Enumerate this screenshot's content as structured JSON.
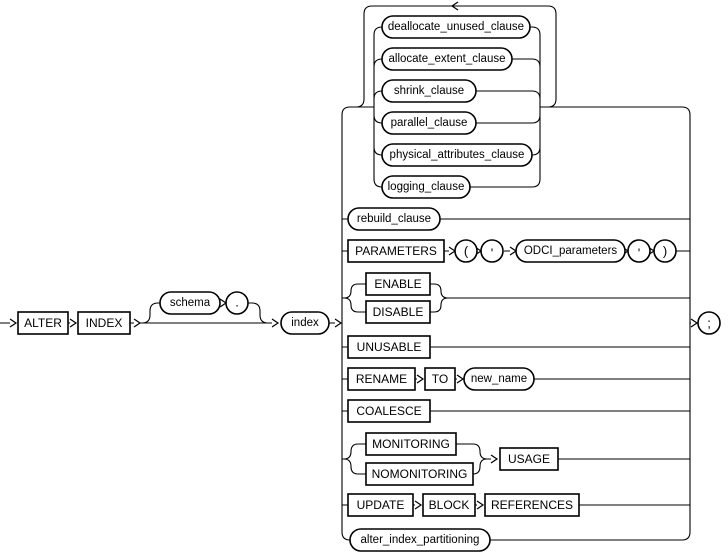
{
  "diagram": {
    "name": "alter_index syntax diagram",
    "colors": {
      "background": "#ffffff",
      "line": "#000000",
      "text": "#000000"
    },
    "nodes": {
      "alter": {
        "label": "ALTER",
        "kind": "keyword"
      },
      "index_kw": {
        "label": "INDEX",
        "kind": "keyword"
      },
      "schema": {
        "label": "schema",
        "kind": "nonterminal"
      },
      "dot": {
        "label": ".",
        "kind": "punctuation"
      },
      "index": {
        "label": "index",
        "kind": "nonterminal"
      },
      "deallocate_unused_clause": {
        "label": "deallocate_unused_clause",
        "kind": "nonterminal"
      },
      "allocate_extent_clause": {
        "label": "allocate_extent_clause",
        "kind": "nonterminal"
      },
      "shrink_clause": {
        "label": "shrink_clause",
        "kind": "nonterminal"
      },
      "parallel_clause": {
        "label": "parallel_clause",
        "kind": "nonterminal"
      },
      "physical_attributes_clause": {
        "label": "physical_attributes_clause",
        "kind": "nonterminal"
      },
      "logging_clause": {
        "label": "logging_clause",
        "kind": "nonterminal"
      },
      "rebuild_clause": {
        "label": "rebuild_clause",
        "kind": "nonterminal"
      },
      "parameters": {
        "label": "PARAMETERS",
        "kind": "keyword"
      },
      "open_paren": {
        "label": "(",
        "kind": "punctuation"
      },
      "quote_open": {
        "label": "'",
        "kind": "punctuation"
      },
      "odci_parameters": {
        "label": "ODCI_parameters",
        "kind": "nonterminal"
      },
      "quote_close": {
        "label": "'",
        "kind": "punctuation"
      },
      "close_paren": {
        "label": ")",
        "kind": "punctuation"
      },
      "enable": {
        "label": "ENABLE",
        "kind": "keyword"
      },
      "disable": {
        "label": "DISABLE",
        "kind": "keyword"
      },
      "unusable": {
        "label": "UNUSABLE",
        "kind": "keyword"
      },
      "rename": {
        "label": "RENAME",
        "kind": "keyword"
      },
      "to": {
        "label": "TO",
        "kind": "keyword"
      },
      "new_name": {
        "label": "new_name",
        "kind": "nonterminal"
      },
      "coalesce": {
        "label": "COALESCE",
        "kind": "keyword"
      },
      "monitoring": {
        "label": "MONITORING",
        "kind": "keyword"
      },
      "nomonitoring": {
        "label": "NOMONITORING",
        "kind": "keyword"
      },
      "usage": {
        "label": "USAGE",
        "kind": "keyword"
      },
      "update": {
        "label": "UPDATE",
        "kind": "keyword"
      },
      "block": {
        "label": "BLOCK",
        "kind": "keyword"
      },
      "references": {
        "label": "REFERENCES",
        "kind": "keyword"
      },
      "alter_index_partitioning": {
        "label": "alter_index_partitioning",
        "kind": "nonterminal"
      },
      "semicolon": {
        "label": ";",
        "kind": "punctuation"
      }
    }
  }
}
